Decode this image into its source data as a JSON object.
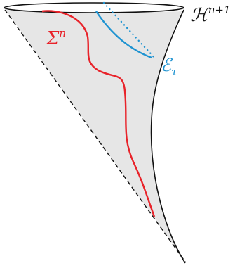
{
  "labels": {
    "hypersurface": "Σ",
    "hypersurface_exp": "n",
    "hyperbolic": "ℋ",
    "hyperbolic_exp": "n+1",
    "level_set": "ℰ",
    "level_set_sub": "τ"
  },
  "colors": {
    "region_fill": "#e6e6e6",
    "outline": "#111111",
    "sigma": "#e8232a",
    "level_set": "#1e93d1"
  }
}
